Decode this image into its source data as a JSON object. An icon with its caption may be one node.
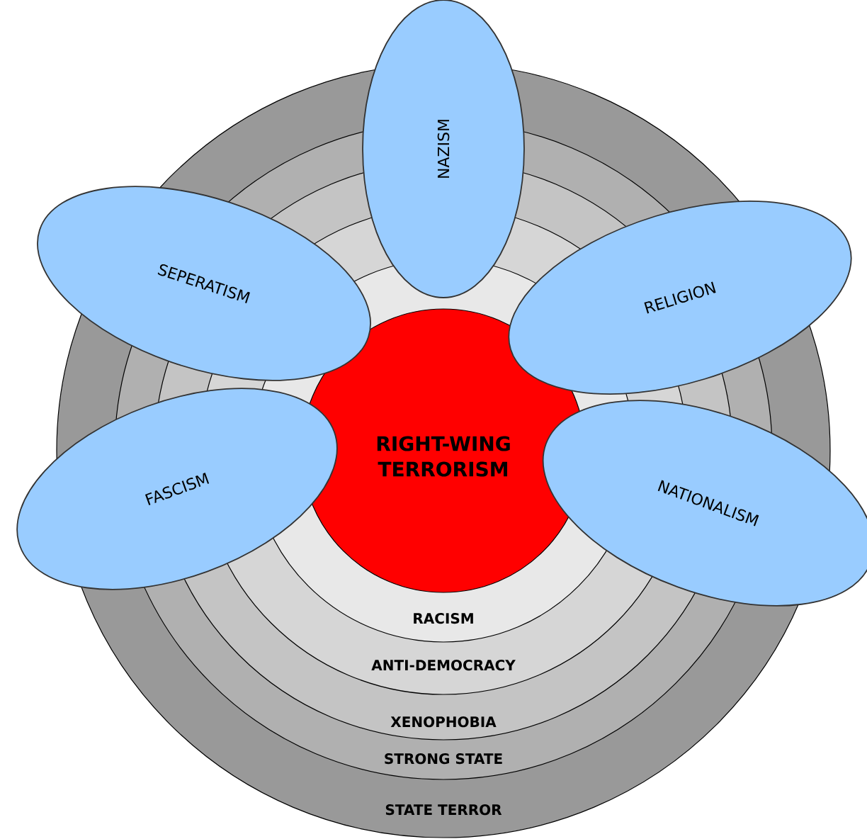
{
  "diagram": {
    "nodes": [
      {
        "text": [
          "STATE TERROR"
        ]
      },
      {
        "text": [
          "STRONG STATE"
        ],
        "in": 0
      },
      {
        "text": [
          "XENOPHOBIA"
        ],
        "in": 1
      },
      {
        "text": [
          "ANTI-DEMOCRACY"
        ],
        "in": 2
      },
      {
        "text": [
          "RACISM"
        ],
        "in": 3
      },
      {
        "text": [
          "RIGHT-WING TERRORISM"
        ],
        "in": 4
      },
      {
        "text": [
          "NAZISM"
        ]
      },
      {
        "text": [
          "SEPERATISM"
        ]
      },
      {
        "text": [
          "RELIGION"
        ]
      },
      {
        "text": [
          "FASCISM"
        ]
      },
      {
        "text": [
          "NATIONALISM"
        ]
      }
    ]
  }
}
